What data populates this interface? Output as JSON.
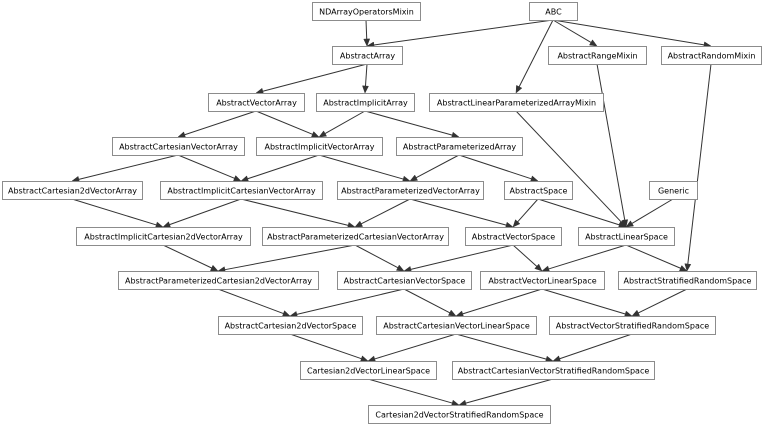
{
  "diagram": {
    "type": "class-inheritance-graph",
    "colors": {
      "box_border": "#8c8c8c",
      "edge": "#333333",
      "text": "#000000",
      "background": "#ffffff"
    },
    "nodes": [
      {
        "id": "ndarray_ops",
        "label": "NDArrayOperatorsMixin"
      },
      {
        "id": "abc",
        "label": "ABC"
      },
      {
        "id": "abstract_array",
        "label": "AbstractArray"
      },
      {
        "id": "range_mixin",
        "label": "AbstractRangeMixin"
      },
      {
        "id": "random_mixin",
        "label": "AbstractRandomMixin"
      },
      {
        "id": "vector_array",
        "label": "AbstractVectorArray"
      },
      {
        "id": "implicit_array",
        "label": "AbstractImplicitArray"
      },
      {
        "id": "linear_param_mixin",
        "label": "AbstractLinearParameterizedArrayMixin"
      },
      {
        "id": "cart_vector_array",
        "label": "AbstractCartesianVectorArray"
      },
      {
        "id": "implicit_vector_array",
        "label": "AbstractImplicitVectorArray"
      },
      {
        "id": "param_array",
        "label": "AbstractParameterizedArray"
      },
      {
        "id": "cart2d_vector_array",
        "label": "AbstractCartesian2dVectorArray"
      },
      {
        "id": "implicit_cart_vector_array",
        "label": "AbstractImplicitCartesianVectorArray"
      },
      {
        "id": "param_vector_array",
        "label": "AbstractParameterizedVectorArray"
      },
      {
        "id": "abstract_space",
        "label": "AbstractSpace"
      },
      {
        "id": "generic",
        "label": "Generic"
      },
      {
        "id": "implicit_cart2d_vector_array",
        "label": "AbstractImplicitCartesian2dVectorArray"
      },
      {
        "id": "param_cart_vector_array",
        "label": "AbstractParameterizedCartesianVectorArray"
      },
      {
        "id": "vector_space",
        "label": "AbstractVectorSpace"
      },
      {
        "id": "linear_space",
        "label": "AbstractLinearSpace"
      },
      {
        "id": "param_cart2d_vector_array",
        "label": "AbstractParameterizedCartesian2dVectorArray"
      },
      {
        "id": "cart_vector_space",
        "label": "AbstractCartesianVectorSpace"
      },
      {
        "id": "vector_linear_space",
        "label": "AbstractVectorLinearSpace"
      },
      {
        "id": "stratified_random_space",
        "label": "AbstractStratifiedRandomSpace"
      },
      {
        "id": "cart2d_vector_space",
        "label": "AbstractCartesian2dVectorSpace"
      },
      {
        "id": "cart_vector_linear_space",
        "label": "AbstractCartesianVectorLinearSpace"
      },
      {
        "id": "vector_stratified_random_space",
        "label": "AbstractVectorStratifiedRandomSpace"
      },
      {
        "id": "cart2d_vector_linear_space",
        "label": "Cartesian2dVectorLinearSpace"
      },
      {
        "id": "cart_vector_stratified_random_space",
        "label": "AbstractCartesianVectorStratifiedRandomSpace"
      },
      {
        "id": "cart2d_vector_stratified_random_space",
        "label": "Cartesian2dVectorStratifiedRandomSpace"
      }
    ],
    "edges": [
      {
        "from": "ndarray_ops",
        "to": "abstract_array"
      },
      {
        "from": "abc",
        "to": "abstract_array"
      },
      {
        "from": "abc",
        "to": "range_mixin"
      },
      {
        "from": "abc",
        "to": "random_mixin"
      },
      {
        "from": "abc",
        "to": "linear_param_mixin"
      },
      {
        "from": "abstract_array",
        "to": "vector_array"
      },
      {
        "from": "abstract_array",
        "to": "implicit_array"
      },
      {
        "from": "vector_array",
        "to": "cart_vector_array"
      },
      {
        "from": "vector_array",
        "to": "implicit_vector_array"
      },
      {
        "from": "implicit_array",
        "to": "implicit_vector_array"
      },
      {
        "from": "implicit_array",
        "to": "param_array"
      },
      {
        "from": "cart_vector_array",
        "to": "cart2d_vector_array"
      },
      {
        "from": "cart_vector_array",
        "to": "implicit_cart_vector_array"
      },
      {
        "from": "implicit_vector_array",
        "to": "implicit_cart_vector_array"
      },
      {
        "from": "implicit_vector_array",
        "to": "param_vector_array"
      },
      {
        "from": "param_array",
        "to": "param_vector_array"
      },
      {
        "from": "param_array",
        "to": "abstract_space"
      },
      {
        "from": "cart2d_vector_array",
        "to": "implicit_cart2d_vector_array"
      },
      {
        "from": "implicit_cart_vector_array",
        "to": "implicit_cart2d_vector_array"
      },
      {
        "from": "implicit_cart_vector_array",
        "to": "param_cart_vector_array"
      },
      {
        "from": "param_vector_array",
        "to": "param_cart_vector_array"
      },
      {
        "from": "param_vector_array",
        "to": "vector_space"
      },
      {
        "from": "abstract_space",
        "to": "vector_space"
      },
      {
        "from": "abstract_space",
        "to": "linear_space"
      },
      {
        "from": "linear_param_mixin",
        "to": "linear_space"
      },
      {
        "from": "range_mixin",
        "to": "linear_space"
      },
      {
        "from": "generic",
        "to": "linear_space"
      },
      {
        "from": "implicit_cart2d_vector_array",
        "to": "param_cart2d_vector_array"
      },
      {
        "from": "param_cart_vector_array",
        "to": "param_cart2d_vector_array"
      },
      {
        "from": "param_cart_vector_array",
        "to": "cart_vector_space"
      },
      {
        "from": "vector_space",
        "to": "cart_vector_space"
      },
      {
        "from": "vector_space",
        "to": "vector_linear_space"
      },
      {
        "from": "linear_space",
        "to": "vector_linear_space"
      },
      {
        "from": "linear_space",
        "to": "stratified_random_space"
      },
      {
        "from": "random_mixin",
        "to": "stratified_random_space"
      },
      {
        "from": "param_cart2d_vector_array",
        "to": "cart2d_vector_space"
      },
      {
        "from": "cart_vector_space",
        "to": "cart2d_vector_space"
      },
      {
        "from": "cart_vector_space",
        "to": "cart_vector_linear_space"
      },
      {
        "from": "vector_linear_space",
        "to": "cart_vector_linear_space"
      },
      {
        "from": "vector_linear_space",
        "to": "vector_stratified_random_space"
      },
      {
        "from": "stratified_random_space",
        "to": "vector_stratified_random_space"
      },
      {
        "from": "cart2d_vector_space",
        "to": "cart2d_vector_linear_space"
      },
      {
        "from": "cart_vector_linear_space",
        "to": "cart2d_vector_linear_space"
      },
      {
        "from": "cart_vector_linear_space",
        "to": "cart_vector_stratified_random_space"
      },
      {
        "from": "vector_stratified_random_space",
        "to": "cart_vector_stratified_random_space"
      },
      {
        "from": "cart2d_vector_linear_space",
        "to": "cart2d_vector_stratified_random_space"
      },
      {
        "from": "cart_vector_stratified_random_space",
        "to": "cart2d_vector_stratified_random_space"
      }
    ]
  }
}
